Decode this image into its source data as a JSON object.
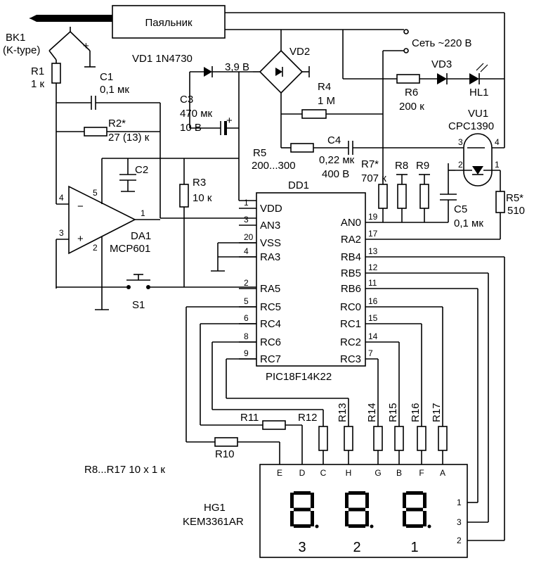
{
  "labels": {
    "soldering_iron": "Паяльник",
    "mains": "Сеть ~220 В",
    "bk1": "BK1",
    "bk1_type": "(K-type)",
    "vd1": "VD1 1N4730",
    "vd1_voltage": "3,9 В",
    "vd2": "VD2",
    "vd3": "VD3",
    "hl1": "HL1",
    "r1": "R1",
    "r1_val": "1 к",
    "c1": "C1",
    "c1_val": "0,1 мк",
    "r2": "R2*",
    "r2_val": "27 (13) к",
    "c2": "C2",
    "c3": "C3",
    "c3_val1": "470 мк",
    "c3_val2": "10 В",
    "r3": "R3",
    "r3_val": "10 к",
    "r4": "R4",
    "r4_val": "1 М",
    "r5": "R5",
    "r5_val": "200...300",
    "c4": "C4",
    "c4_val1": "0,22 мк",
    "c4_val2": "400 В",
    "r6": "R6",
    "r6_val": "200 к",
    "r7": "R7*",
    "r7_val": "707 к",
    "r8": "R8",
    "r9": "R9",
    "vu1": "VU1",
    "vu1_part": "CPC1390",
    "r5s": "R5*",
    "r5s_val": "510",
    "c5": "C5",
    "c5_val": "0,1 мк",
    "dd1": "DD1",
    "dd1_part": "PIC18F14K22",
    "da1": "DA1",
    "da1_part": "MCP601",
    "s1": "S1",
    "r10": "R10",
    "r11": "R11",
    "r12": "R12",
    "r13": "R13",
    "r14": "R14",
    "r15": "R15",
    "r16": "R16",
    "r17": "R17",
    "r8_r17": "R8...R17 10 х 1 к",
    "hg1": "HG1",
    "hg1_part": "KEM3361AR",
    "plus": "+",
    "minus": "−"
  },
  "mcu_left_pins": [
    {
      "num": "1",
      "name": "VDD"
    },
    {
      "num": "3",
      "name": "AN3"
    },
    {
      "num": "20",
      "name": "VSS"
    },
    {
      "num": "4",
      "name": "RA3"
    },
    {
      "num": "2",
      "name": "RA5"
    },
    {
      "num": "5",
      "name": "RC5"
    },
    {
      "num": "6",
      "name": "RC4"
    },
    {
      "num": "8",
      "name": "RC6"
    },
    {
      "num": "9",
      "name": "RC7"
    }
  ],
  "mcu_right_pins": [
    {
      "num": "19",
      "name": "AN0"
    },
    {
      "num": "17",
      "name": "RA2"
    },
    {
      "num": "13",
      "name": "RB4"
    },
    {
      "num": "12",
      "name": "RB5"
    },
    {
      "num": "11",
      "name": "RB6"
    },
    {
      "num": "16",
      "name": "RC0"
    },
    {
      "num": "15",
      "name": "RC1"
    },
    {
      "num": "14",
      "name": "RC2"
    },
    {
      "num": "7",
      "name": "RC3"
    }
  ],
  "opamp_pins": {
    "inv": "4",
    "noninv": "3",
    "out": "1",
    "vdd": "5",
    "gnd": "2"
  },
  "optocoupler_pins": {
    "p1": "1",
    "p2": "2",
    "p3": "3",
    "p4": "4"
  },
  "display_segments": [
    "E",
    "D",
    "C",
    "H",
    "G",
    "B",
    "F",
    "A"
  ],
  "display_digits": [
    "3",
    "2",
    "1"
  ],
  "display_common_pins": [
    "1",
    "3",
    "2"
  ]
}
